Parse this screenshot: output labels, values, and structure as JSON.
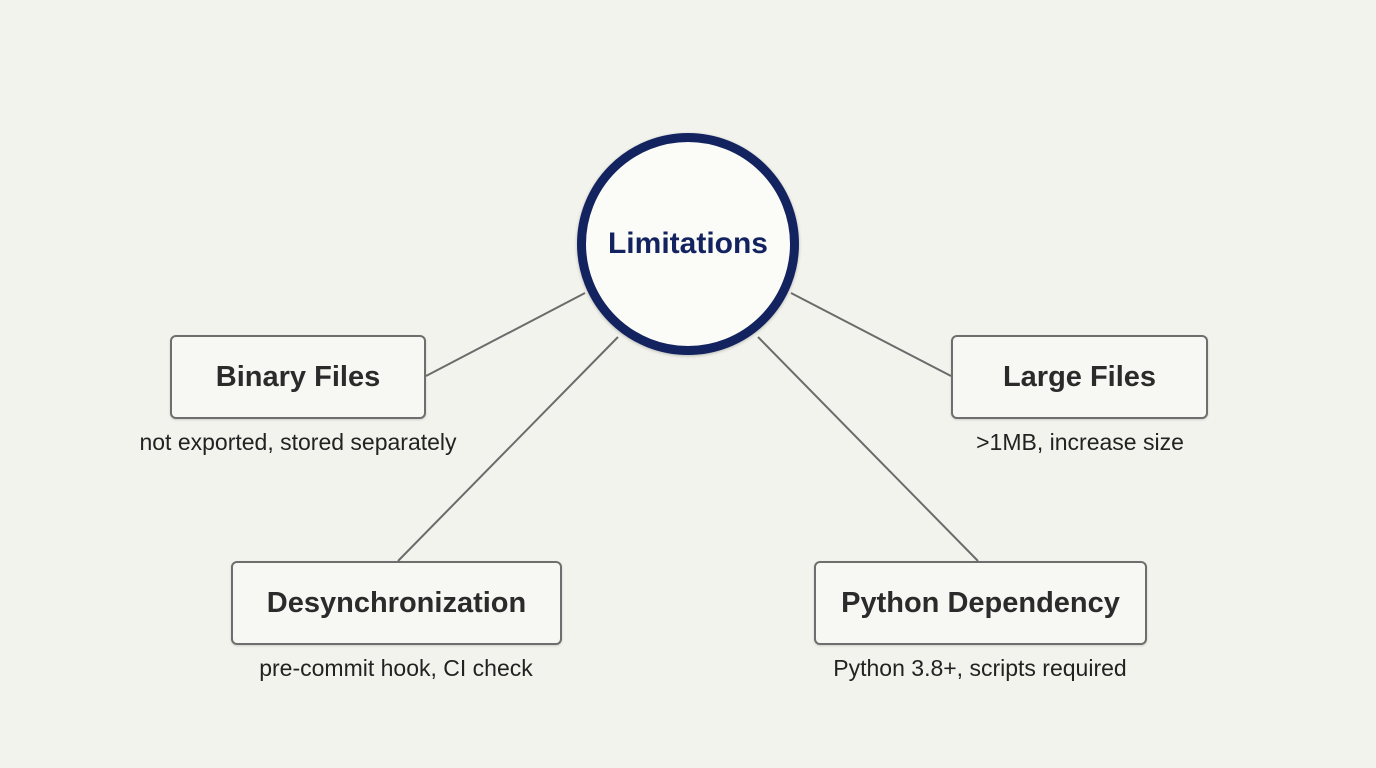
{
  "diagram": {
    "center": {
      "label": "Limitations"
    },
    "nodes": [
      {
        "id": "binary",
        "label": "Binary Files",
        "caption": "not exported, stored separately"
      },
      {
        "id": "large",
        "label": "Large Files",
        "caption": ">1MB, increase size"
      },
      {
        "id": "desync",
        "label": "Desynchronization",
        "caption": "pre-commit hook, CI check"
      },
      {
        "id": "python",
        "label": "Python Dependency",
        "caption": "Python 3.8+, scripts required"
      }
    ]
  },
  "colors": {
    "background": "#f3f3ee",
    "hub_border": "#13235f",
    "hub_text": "#13235f",
    "node_border": "#6e6e6e",
    "connector": "#6b6b6b"
  }
}
